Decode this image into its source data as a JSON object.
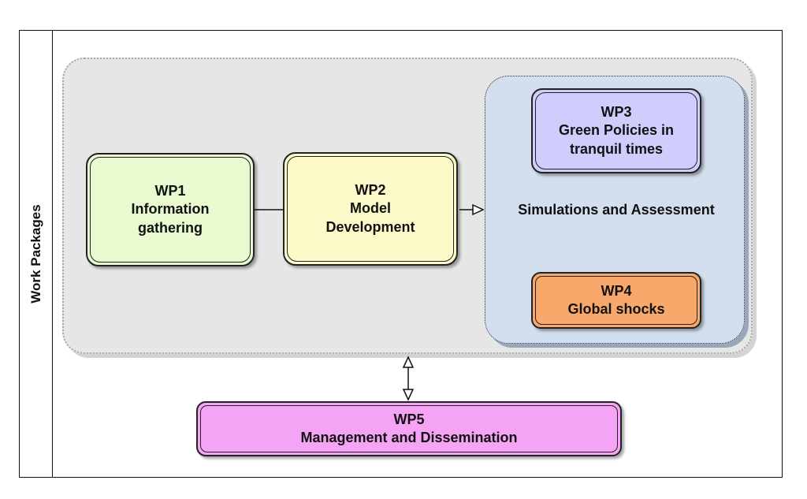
{
  "side_label": "Work Packages",
  "group": {
    "simulations_label": "Simulations and Assessment"
  },
  "wp1": {
    "id": "WP1",
    "line1": "Information",
    "line2": "gathering"
  },
  "wp2": {
    "id": "WP2",
    "line1": "Model",
    "line2": "Development"
  },
  "wp3": {
    "id": "WP3",
    "line1": "Green Policies in",
    "line2": "tranquil times"
  },
  "wp4": {
    "id": "WP4",
    "line1": "Global shocks"
  },
  "wp5": {
    "id": "WP5",
    "line1": "Management and Dissemination"
  },
  "colors": {
    "wp1": "#eafad0",
    "wp2": "#fbfac8",
    "wp3": "#cfcdfb",
    "wp4": "#f8a86a",
    "wp5": "#f5a3f4",
    "group": "#e6e6e6",
    "simulations": "#d3deee"
  },
  "connections": [
    {
      "from": "WP1",
      "to": "WP2",
      "style": "line"
    },
    {
      "from": "WP2",
      "to": "Simulations and Assessment",
      "style": "open-arrow"
    },
    {
      "from": "WP5",
      "to": "Work Packages group",
      "style": "double-open-arrow"
    }
  ]
}
